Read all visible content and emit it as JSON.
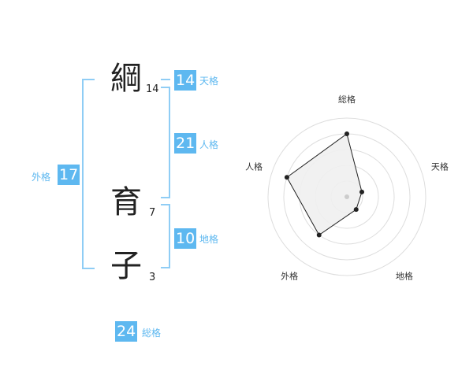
{
  "name": {
    "chars": [
      {
        "char": "綱",
        "strokes": "14"
      },
      {
        "char": "育",
        "strokes": "7"
      },
      {
        "char": "子",
        "strokes": "3"
      }
    ]
  },
  "kaku": {
    "tenkaku": {
      "label": "天格",
      "value": "14"
    },
    "jinkaku": {
      "label": "人格",
      "value": "21"
    },
    "chikaku": {
      "label": "地格",
      "value": "10"
    },
    "gaikaku": {
      "label": "外格",
      "value": "17"
    },
    "soukaku": {
      "label": "総格",
      "value": "24"
    }
  },
  "chart_data": {
    "type": "radar",
    "axes": [
      "総格",
      "天格",
      "地格",
      "外格",
      "人格"
    ],
    "values": [
      4,
      1,
      1,
      3,
      4
    ],
    "rmax": 5,
    "rings": 5,
    "colors": {
      "fill": "#f0f0f0",
      "line": "#222222",
      "grid": "#dddddd",
      "point": "#222222",
      "center": "#cccccc"
    }
  }
}
